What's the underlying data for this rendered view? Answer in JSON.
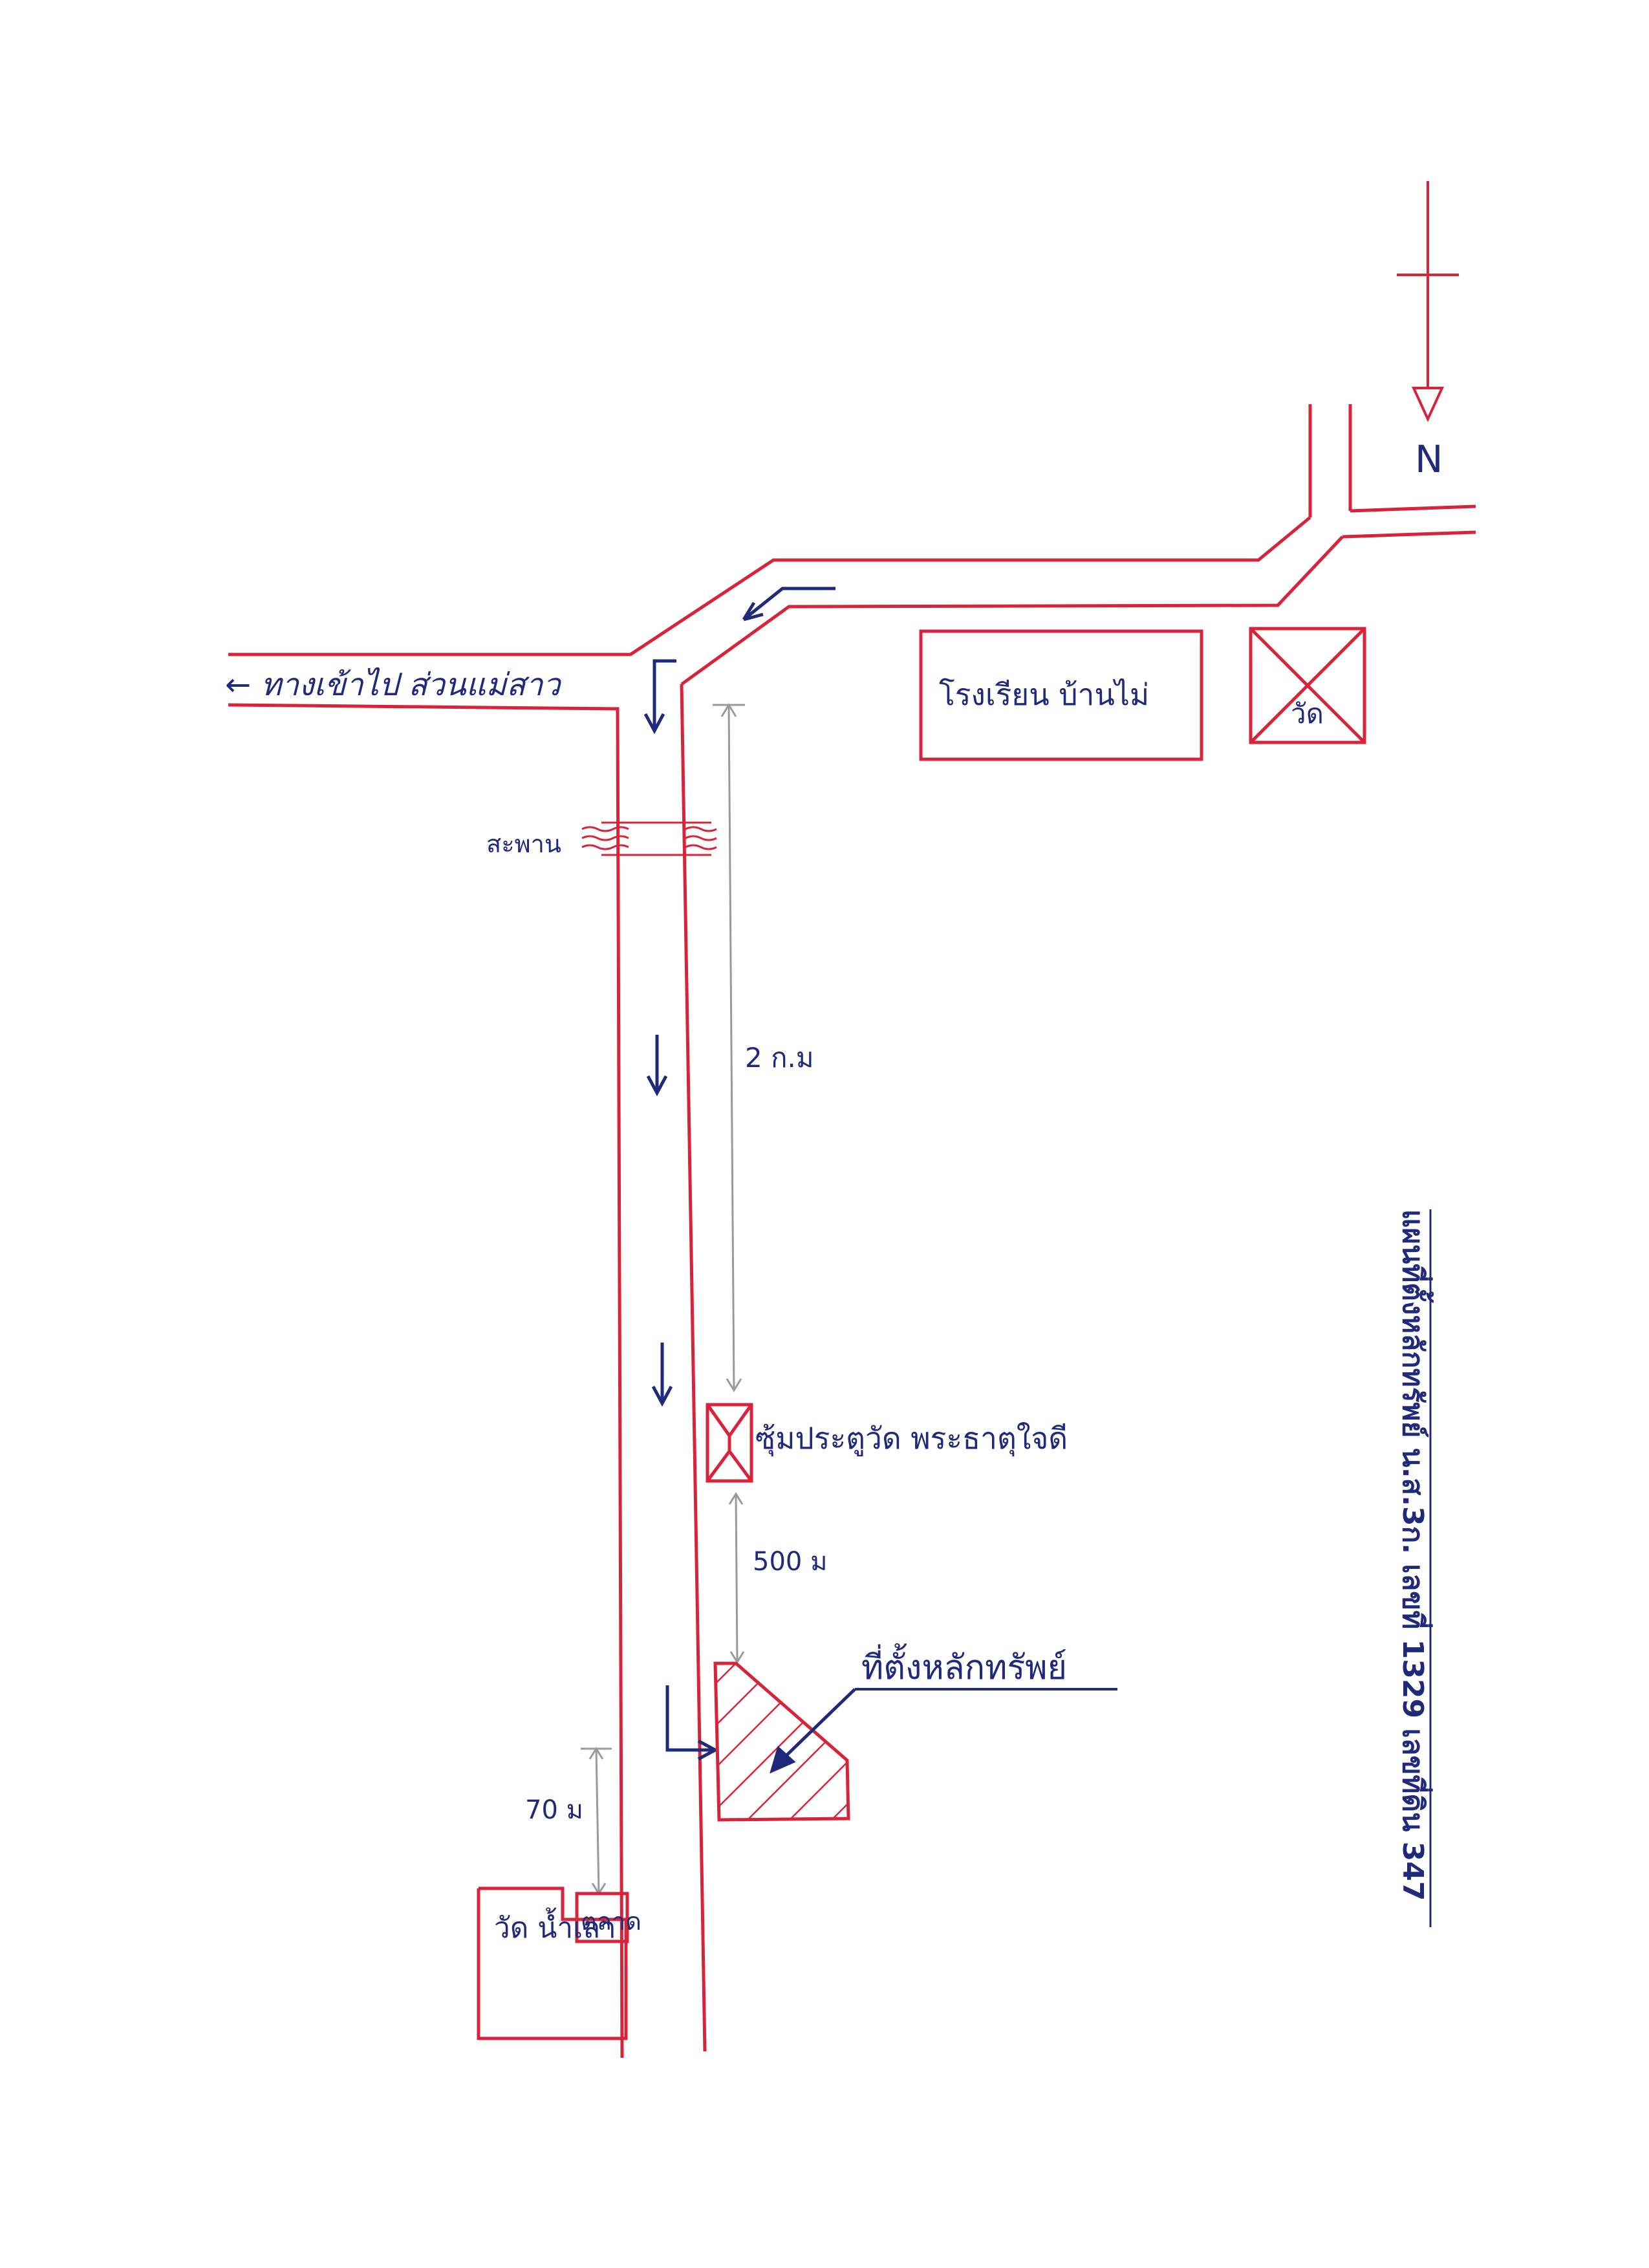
{
  "map": {
    "title": "แผนที่ตั้งหลักทรัพย์  น.ส.3ก. เลขที่ 1329 เลขที่ดิน 347",
    "north_label": "N",
    "road_label": "←  ทางเข้าไป ส่วนแม่สาว",
    "bridge_label": "สะพาน",
    "school_label": "โรงเรียน บ้านไม่",
    "temple_label": "วัด",
    "gate_label": "ซุ้มประตูวัด พระธาตุใจดี",
    "property_label": "ที่ตั้งหลักทรัพย์",
    "temple2_label": "วัด น้ำเลา",
    "market_label": "ตลาด",
    "distances": {
      "road_to_gate": "2 ก.ม",
      "gate_to_property": "500 ม",
      "market_to_property": "70 ม"
    },
    "colors": {
      "road": "#d8243a",
      "ink": "#1f2a7a",
      "dimension": "#9a9a9a"
    }
  }
}
